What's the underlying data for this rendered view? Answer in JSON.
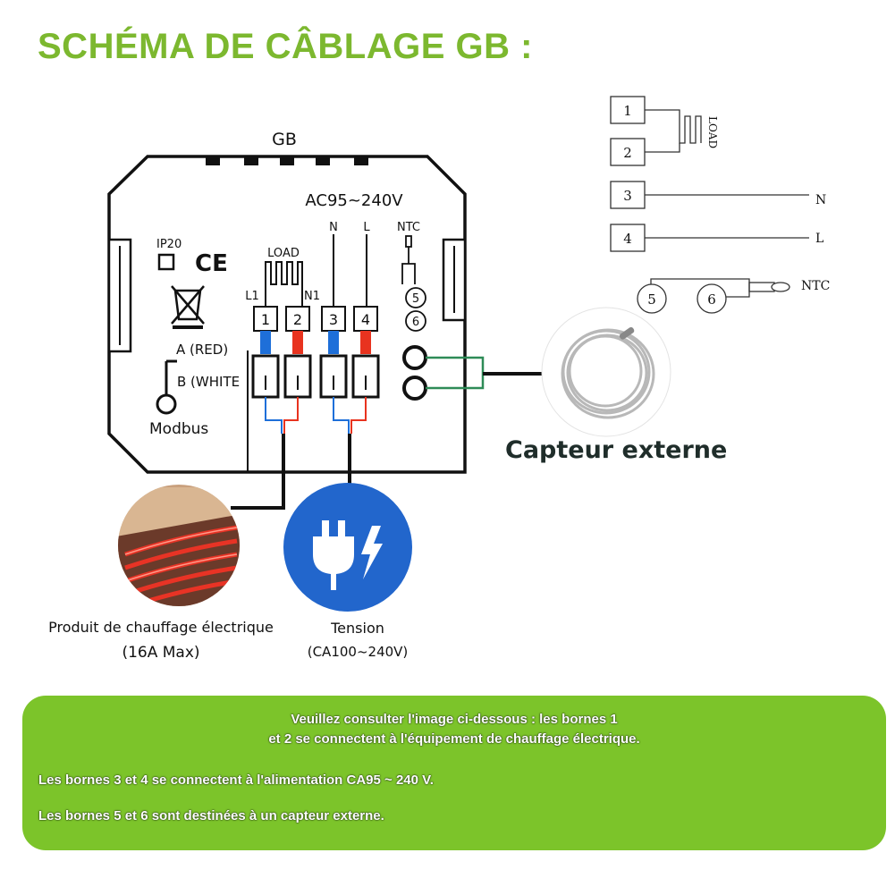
{
  "title": "SCHÉMA DE CÂBLAGE GB :",
  "thermostat": {
    "model": "GB",
    "voltage": "AC95~240V",
    "ip_rating": "IP20",
    "ce_mark": "CE",
    "load_label": "LOAD",
    "l1_label": "L1",
    "n1_label": "N1",
    "n_label": "N",
    "l_label": "L",
    "ntc_label": "NTC",
    "terminals": [
      "1",
      "2",
      "3",
      "4"
    ],
    "sensor_terminals": [
      "5",
      "6"
    ],
    "a_label": "A (RED)",
    "b_label": "B (WHITE",
    "modbus_label": "Modbus",
    "wire_colors": {
      "blue": "#1e6fd9",
      "red": "#e8331f",
      "green": "#2e8b57"
    }
  },
  "schematic": {
    "boxes": [
      "1",
      "2",
      "3",
      "4"
    ],
    "load_label": "LOAD",
    "n_label": "N",
    "l_label": "L",
    "sensor_circles": [
      "5",
      "6"
    ],
    "ntc_label": "NTC"
  },
  "sensor_caption": "Capteur externe",
  "heating": {
    "label": "Produit de chauffage électrique",
    "sub": "(16A Max)"
  },
  "voltage": {
    "label": "Tension",
    "sub": "(CA100~240V)"
  },
  "info": {
    "line1": "Veuillez consulter l'image ci-dessous : les bornes 1",
    "line2": "et 2 se connectent à l'équipement de chauffage électrique.",
    "line3": "Les bornes 3 et 4 se connectent à l'alimentation CA95 ~ 240 V.",
    "line4": "Les bornes 5 et 6 sont destinées à un capteur externe."
  },
  "colors": {
    "accent": "#7cb82f",
    "panel": "#7cc42a",
    "plug_bg": "#2266cc"
  }
}
